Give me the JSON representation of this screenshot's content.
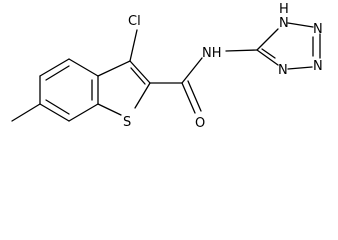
{
  "molecule": {
    "atoms": {
      "cl": "Cl",
      "s": "S",
      "o": "O",
      "nh": "NH",
      "ring_nh": "H",
      "ring_n1": "N",
      "ring_n2": "N",
      "ring_n3": "N",
      "ring_n4": "N"
    }
  }
}
